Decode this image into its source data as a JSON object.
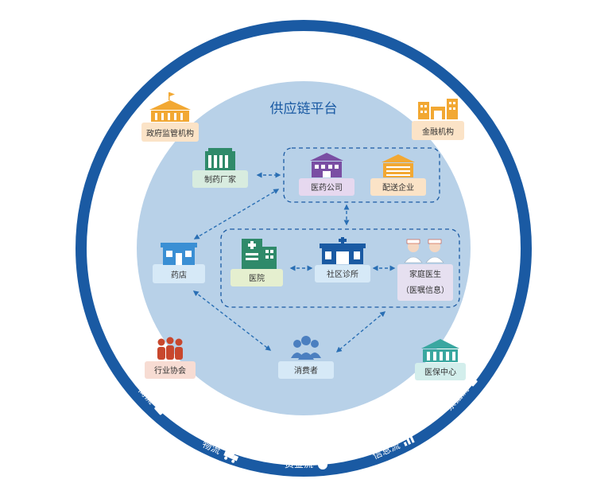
{
  "platform_title": "供应链平台",
  "outer_nodes": {
    "gov": "政府监管机构",
    "finance": "金融机构",
    "association": "行业协会",
    "insurance": "医保中心"
  },
  "inner_nodes": {
    "manufacturer": "制药厂家",
    "pharma_company": "医药公司",
    "distribution": "配送企业",
    "pharmacy": "药店",
    "hospital": "医院",
    "community_clinic": "社区诊所",
    "family_doctor": "家庭医生",
    "prescription_info": "（医嘱信息）",
    "consumer": "消费者"
  },
  "flows": {
    "commerce": "商流",
    "logistics": "物流",
    "capital": "资金流",
    "information": "信息流",
    "invoice": "票据流"
  },
  "colors": {
    "ring": "#1a5aa3",
    "inner_circle": "#b8d1e8",
    "arrow": "#2a6fb4",
    "icon_orange": "#f2a833",
    "icon_green": "#2f8a6a",
    "icon_purple": "#7a4ea3",
    "icon_blue": "#3a8fd4",
    "icon_red": "#c8472d",
    "icon_teal": "#3aa7a0"
  }
}
